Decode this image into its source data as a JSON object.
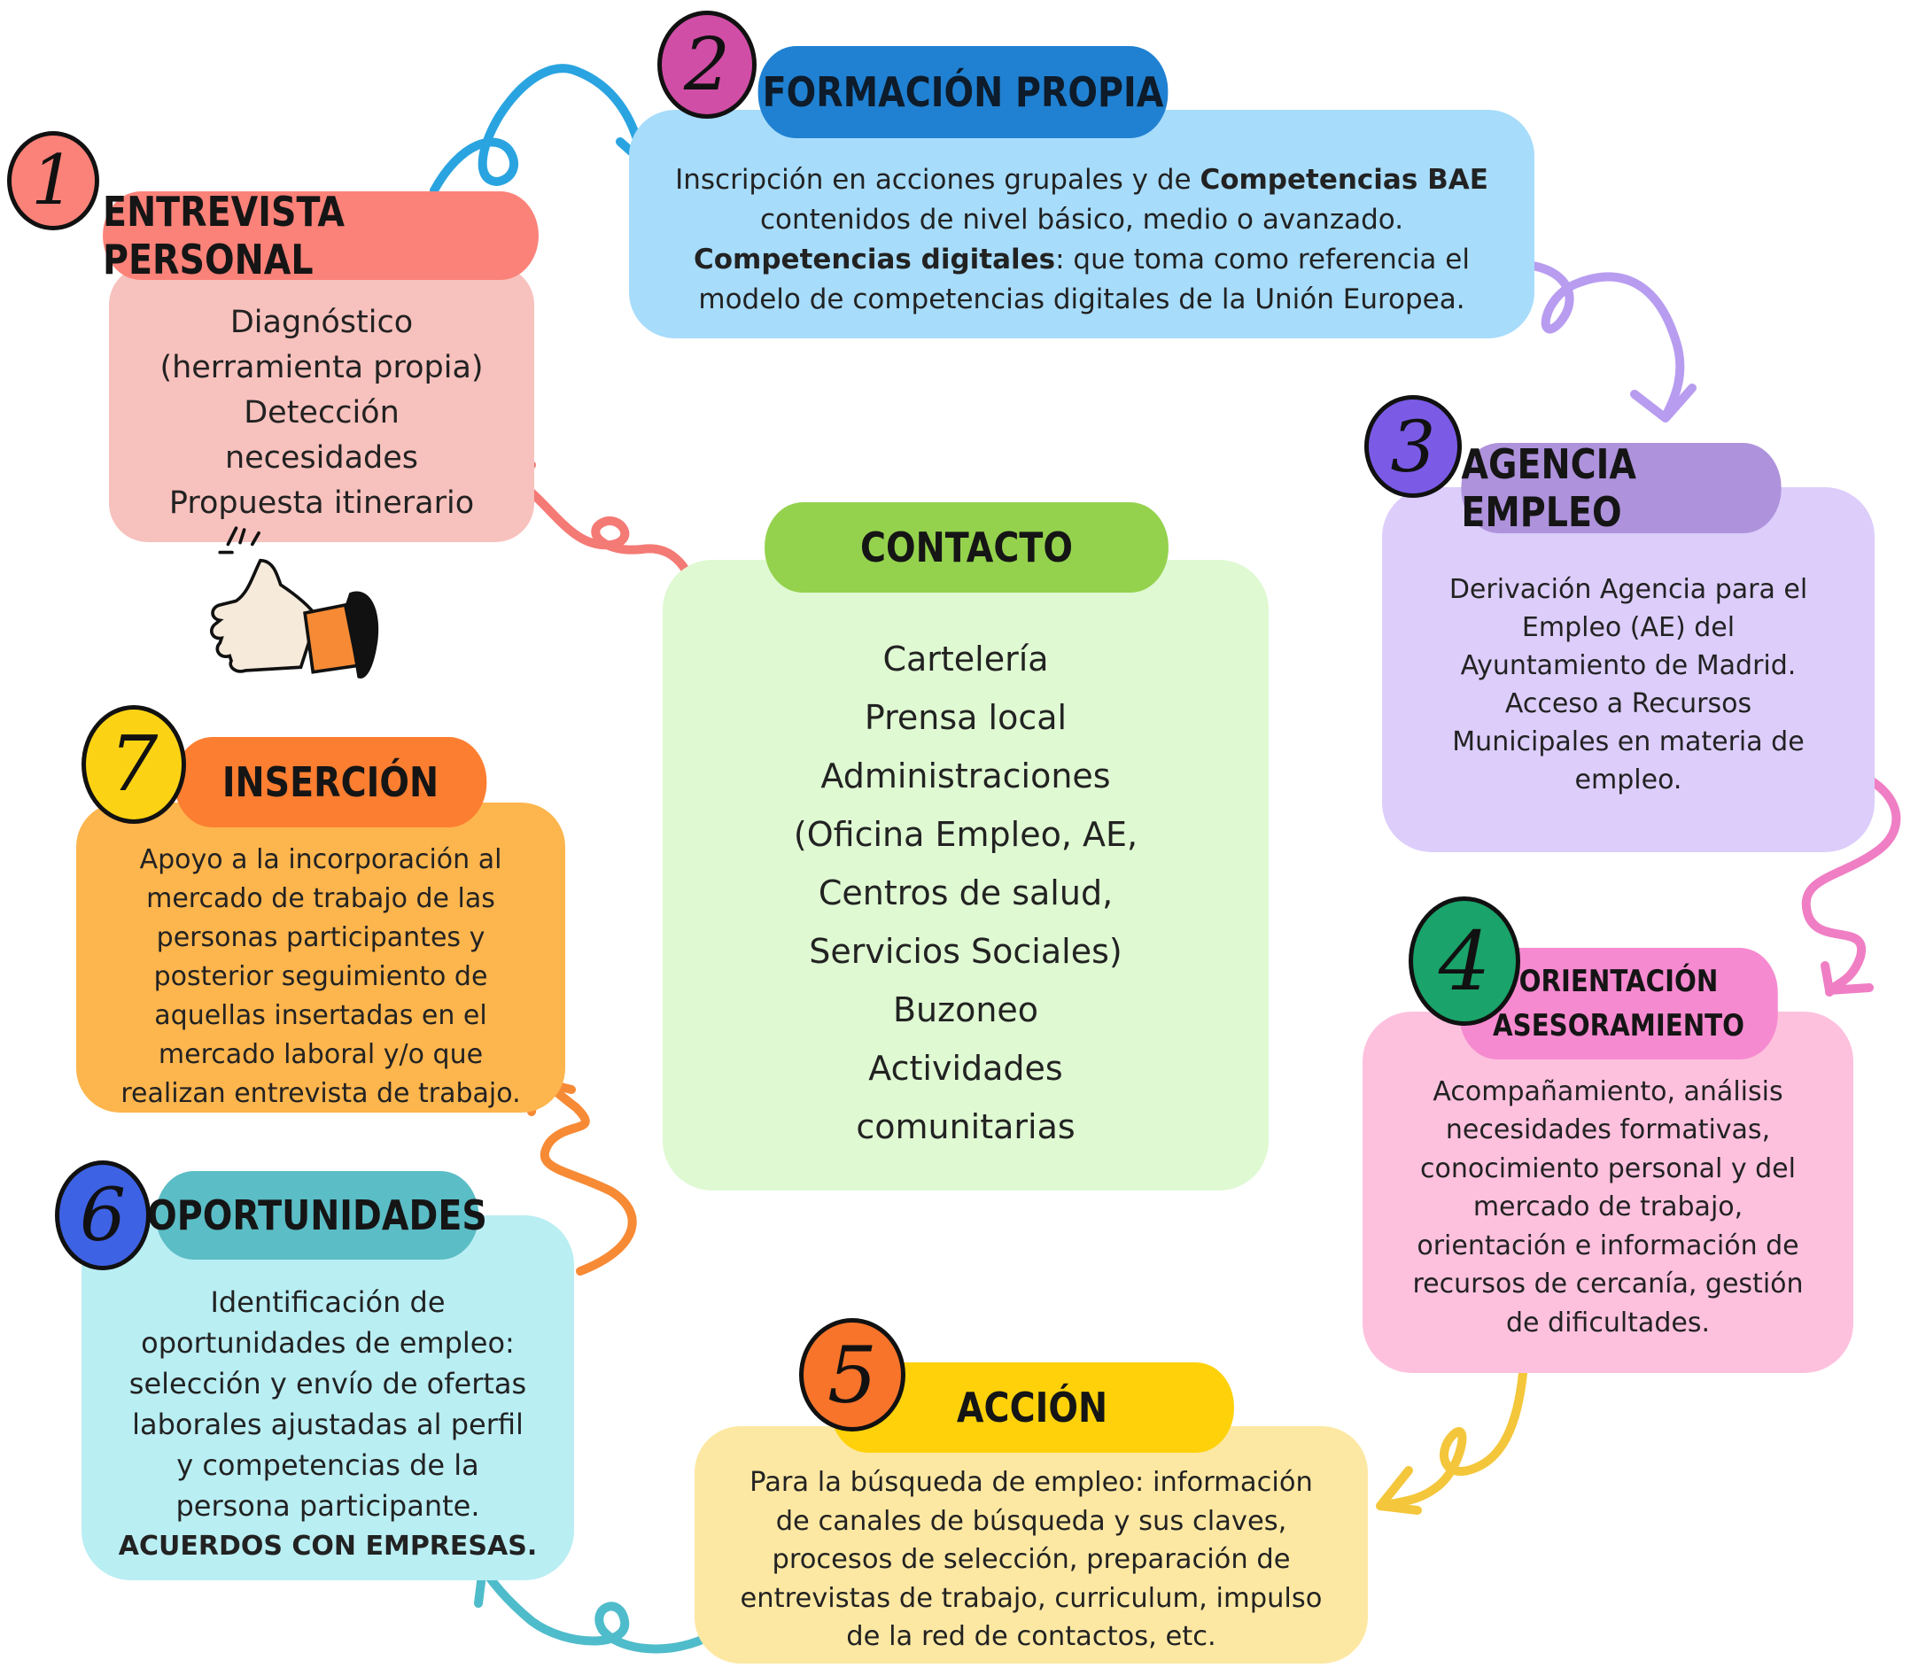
{
  "colors": {
    "step1": "#f7c1bd",
    "step1_title": "#fb8279",
    "step2": "#a7dcfb",
    "step2_title": "#2081d2",
    "step3": "#dccdfb",
    "step3_title": "#ae92dc",
    "step4": "#fdc1de",
    "step4_title": "#f68ad0",
    "step5": "#fde8a3",
    "step5_title": "#fed10a",
    "step6": "#b9eef3",
    "step6_title": "#5bbdc6",
    "step7": "#fdb54d",
    "step7_title": "#fc7e31",
    "center": "#dff9d2",
    "center_title": "#94d24d"
  },
  "icons": {
    "hand": "thumbs-up-icon"
  },
  "center": {
    "title": "CONTACTO",
    "lines": [
      "Cartelería",
      "Prensa local",
      "Administraciones",
      "(Oficina Empleo, AE,",
      "Centros de salud,",
      "Servicios Sociales)",
      "Buzoneo",
      "Actividades",
      "comunitarias"
    ]
  },
  "steps": [
    {
      "number": "1",
      "title": "ENTREVISTA PERSONAL",
      "lines": [
        "Diagnóstico",
        "(herramienta propia)",
        "Detección",
        "necesidades",
        "Propuesta itinerario"
      ]
    },
    {
      "number": "2",
      "title": "FORMACIÓN PROPIA",
      "line1_a": "Inscripción en acciones grupales y de ",
      "line1_b": "Competencias BAE",
      "line2": "contenidos de nivel básico, medio o avanzado.",
      "line3_a": "Competencias digitales",
      "line3_b": ":  que toma como referencia el",
      "line4": "modelo de competencias digitales de la Unión Europea."
    },
    {
      "number": "3",
      "title": "AGENCIA EMPLEO",
      "lines": [
        "Derivación Agencia para el",
        "Empleo (AE) del",
        "Ayuntamiento de Madrid.",
        "Acceso a Recursos",
        "Municipales en materia de",
        "empleo."
      ]
    },
    {
      "number": "4",
      "title_line1": "ORIENTACIÓN",
      "title_line2": "ASESORAMIENTO",
      "lines": [
        "Acompañamiento, análisis",
        "necesidades formativas,",
        "conocimiento personal y del",
        "mercado de trabajo,",
        "orientación e información de",
        "recursos de cercanía, gestión",
        "de dificultades."
      ]
    },
    {
      "number": "5",
      "title": "ACCIÓN",
      "lines": [
        "Para la búsqueda de empleo: información",
        "de canales de búsqueda y sus claves,",
        "procesos de selección, preparación de",
        "entrevistas de trabajo, curriculum, impulso",
        "de la red de contactos, etc."
      ]
    },
    {
      "number": "6",
      "title": "OPORTUNIDADES",
      "lines": [
        "Identificación de",
        "oportunidades de empleo:",
        "selección y envío de ofertas",
        "laborales ajustadas al perfil",
        "y competencias de la",
        "persona participante."
      ],
      "bold_line": "ACUERDOS CON EMPRESAS."
    },
    {
      "number": "7",
      "title": "INSERCIÓN",
      "lines": [
        "Apoyo a la incorporación al",
        "mercado de trabajo de las",
        "personas participantes y",
        "posterior seguimiento de",
        "aquellas insertadas en el",
        "mercado laboral y/o que",
        "realizan entrevista de trabajo."
      ]
    }
  ]
}
